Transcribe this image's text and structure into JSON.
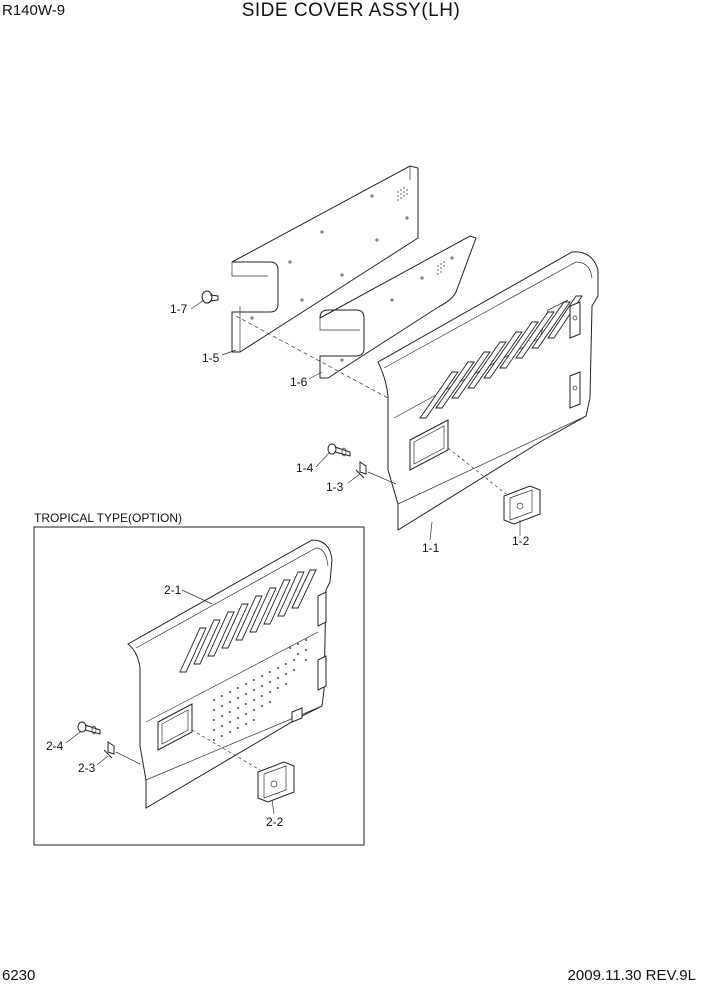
{
  "header": {
    "model": "R140W-9",
    "title": "SIDE COVER ASSY(LH)"
  },
  "footer": {
    "page_number": "6230",
    "date_rev": "2009.11.30  REV.9L"
  },
  "option_box": {
    "label": "TROPICAL TYPE(OPTION)"
  },
  "callouts": {
    "c1_1": "1-1",
    "c1_2": "1-2",
    "c1_3": "1-3",
    "c1_4": "1-4",
    "c1_5": "1-5",
    "c1_6": "1-6",
    "c1_7": "1-7",
    "c2_1": "2-1",
    "c2_2": "2-2",
    "c2_3": "2-3",
    "c2_4": "2-4"
  }
}
